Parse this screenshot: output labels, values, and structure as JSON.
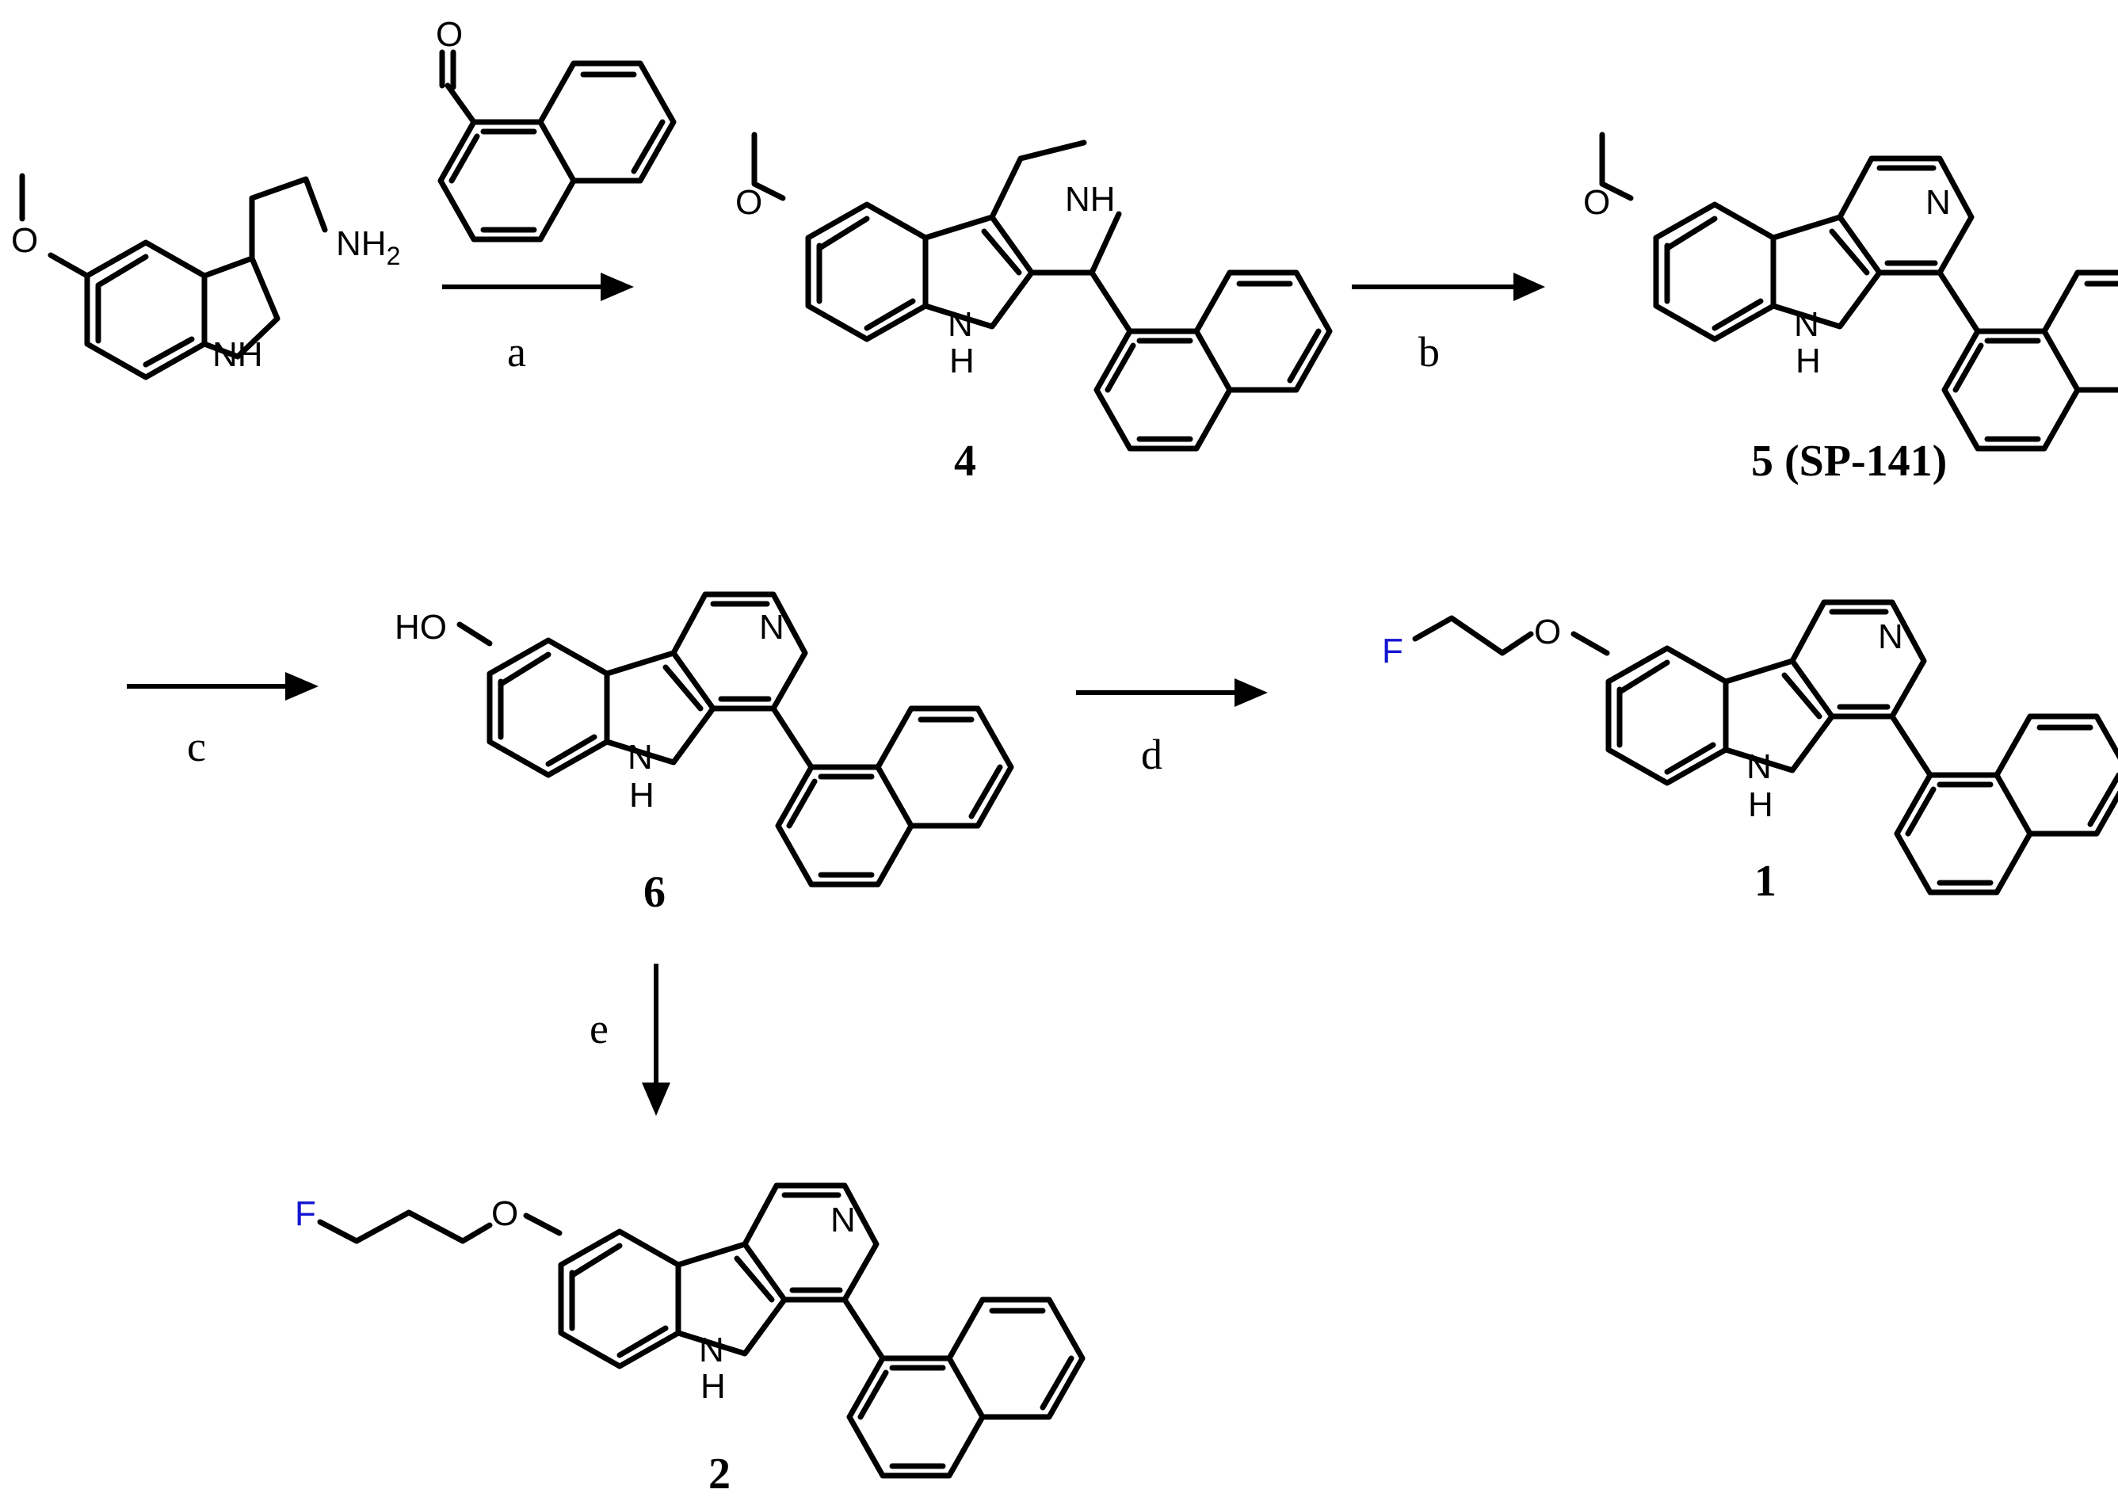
{
  "steps": {
    "a": "a",
    "b": "b",
    "c": "c",
    "d": "d",
    "e": "e"
  },
  "compounds": {
    "c4": "4",
    "c5": "5 (SP-141)",
    "c6": "6",
    "c1": "1",
    "c2": "2"
  },
  "atoms": {
    "O": "O",
    "N": "N",
    "NH": "NH",
    "H": "H",
    "HO": "HO",
    "F": "F",
    "NH2_base": "NH",
    "NH2_sub": "2"
  },
  "colors": {
    "fluorine": "#1414d2",
    "ink": "#000000"
  }
}
